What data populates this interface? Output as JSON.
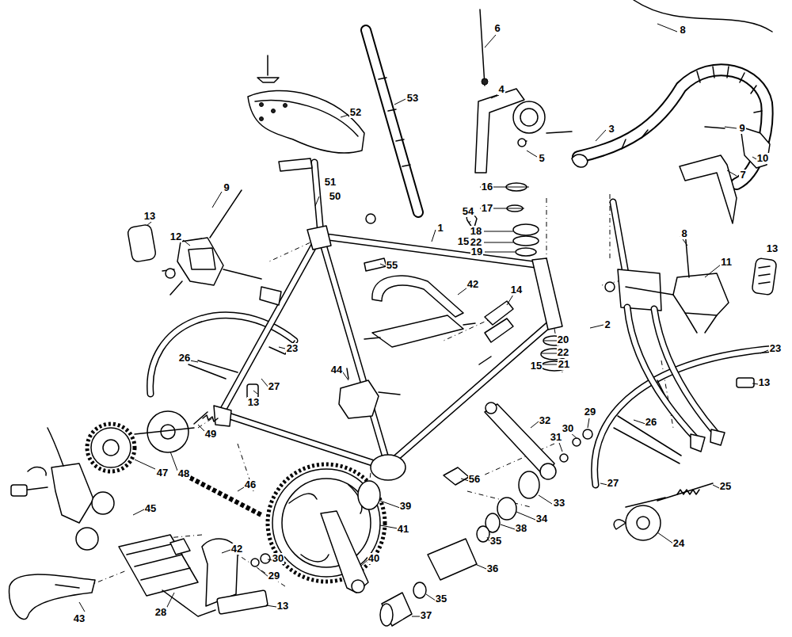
{
  "diagram": {
    "labels": [
      "8",
      "6",
      "53",
      "52",
      "4",
      "3",
      "9",
      "10",
      "5",
      "16",
      "17",
      "7",
      "51",
      "50",
      "9",
      "13",
      "12",
      "54",
      "18",
      "22",
      "15",
      "19",
      "1",
      "8",
      "11",
      "13",
      "55",
      "42",
      "14",
      "2",
      "20",
      "22",
      "15",
      "21",
      "23",
      "23",
      "26",
      "27",
      "13",
      "13",
      "44",
      "29",
      "32",
      "30",
      "31",
      "26",
      "49",
      "48",
      "47",
      "46",
      "39",
      "33",
      "56",
      "27",
      "25",
      "34",
      "41",
      "45",
      "38",
      "35",
      "24",
      "42",
      "40",
      "30",
      "29",
      "36",
      "28",
      "35",
      "43",
      "13",
      "37"
    ]
  }
}
